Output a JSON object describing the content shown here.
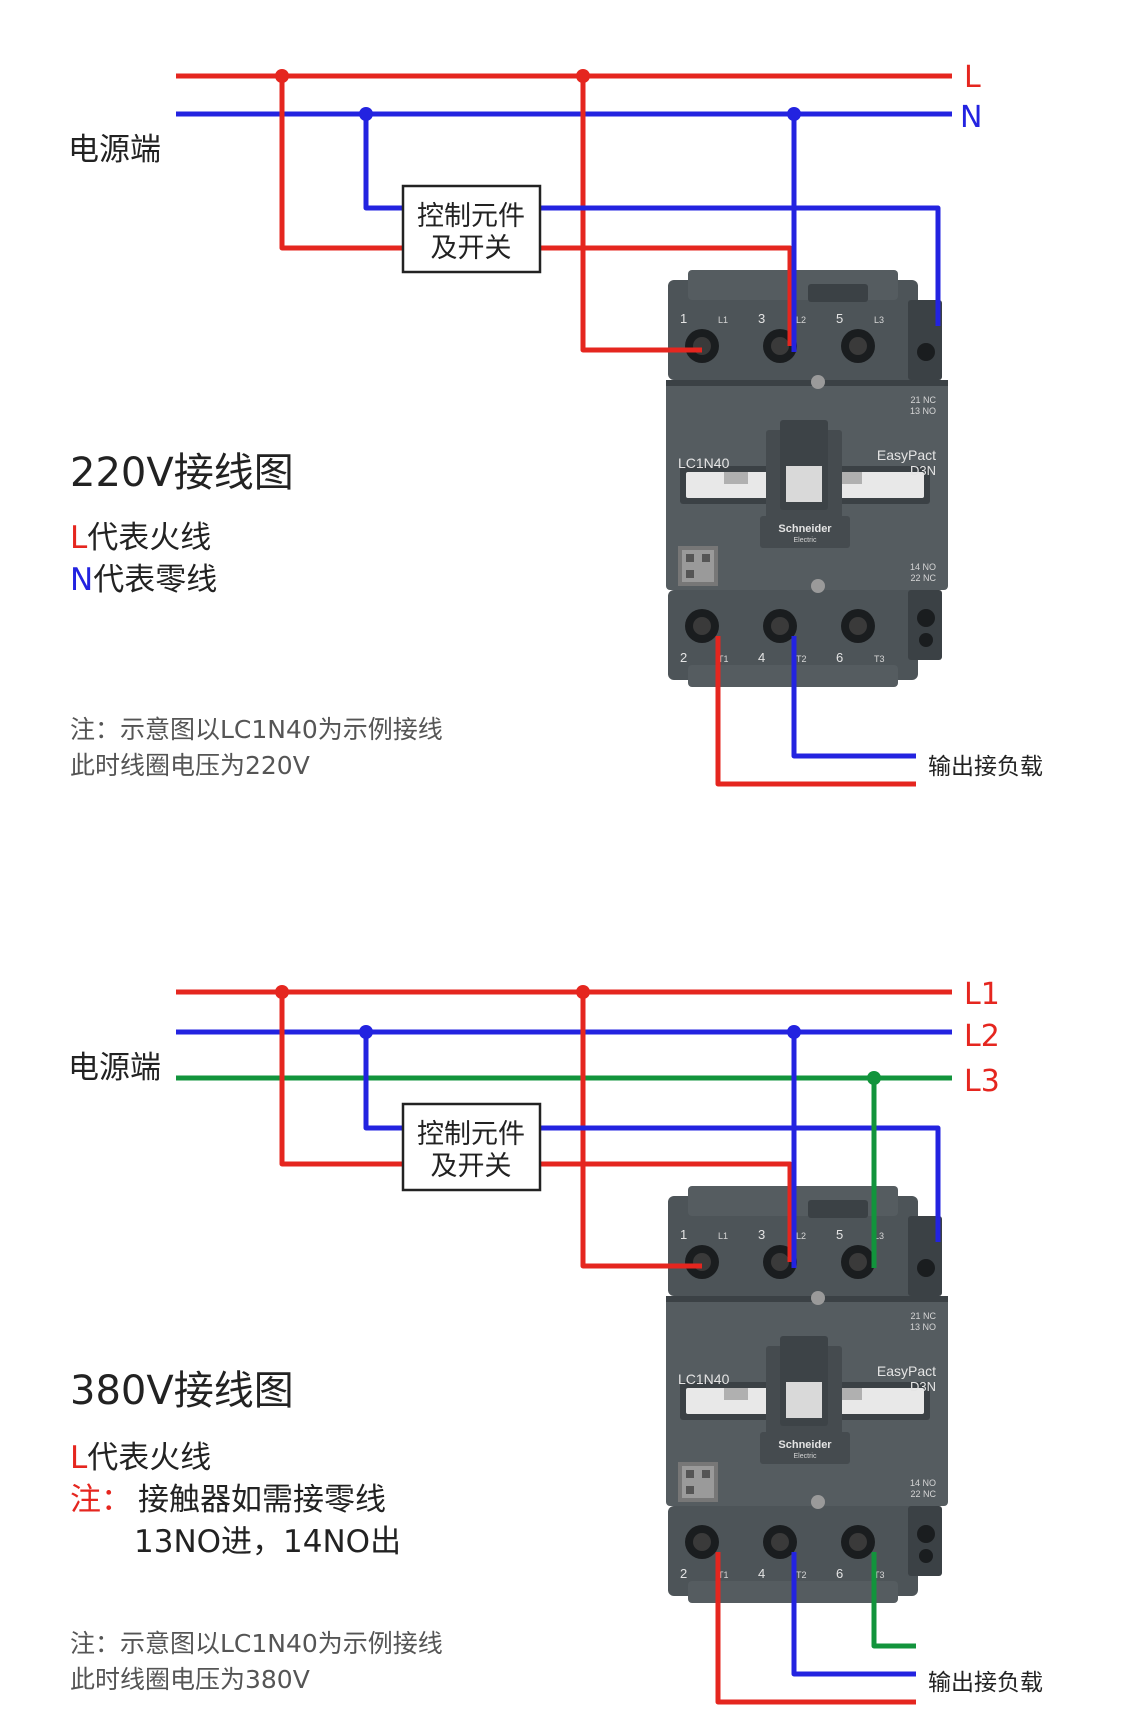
{
  "colors": {
    "live": "#e5261f",
    "neutral": "#2323e0",
    "phase3": "#12943c",
    "device": "#4d5458",
    "device_dark": "#3b4145",
    "text": "#222222",
    "note": "#555555"
  },
  "sections": [
    {
      "source_label": "电源端",
      "lines": [
        {
          "label": "L",
          "color_key": "live"
        },
        {
          "label": "N",
          "color_key": "neutral"
        }
      ],
      "control_box": {
        "line1": "控制元件",
        "line2": "及开关"
      },
      "title": "220V接线图",
      "legend": [
        {
          "letter": "L",
          "text": "代表火线"
        },
        {
          "letter": "N",
          "text": "代表零线"
        }
      ],
      "note_line1": "注：示意图以LC1N40为示例接线",
      "note_line2": "此时线圈电压为220V",
      "output_label": "输出接负载"
    },
    {
      "source_label": "电源端",
      "lines": [
        {
          "label": "L1",
          "color_key": "live"
        },
        {
          "label": "L2",
          "color_key": "neutral"
        },
        {
          "label": "L3",
          "color_key": "phase3"
        }
      ],
      "control_box": {
        "line1": "控制元件",
        "line2": "及开关"
      },
      "title": "380V接线图",
      "legend": [
        {
          "letter": "L",
          "text": "代表火线"
        }
      ],
      "extra_note": {
        "prefix": "注：",
        "line1": "接触器如需接零线",
        "line2": "13NO进，14NO出"
      },
      "note_line1": "注：示意图以LC1N40为示例接线",
      "note_line2": "此时线圈电压为380V",
      "output_label": "输出接负载"
    }
  ],
  "device": {
    "model": "LC1N40",
    "series": "EasyPact",
    "sub": "D3N",
    "brand": "Schneider",
    "brand_sub": "Electric",
    "top_terminals": [
      {
        "num": "1",
        "tag": "L1"
      },
      {
        "num": "3",
        "tag": "L2"
      },
      {
        "num": "5",
        "tag": "L3"
      }
    ],
    "bottom_terminals": [
      {
        "num": "2",
        "tag": "T1"
      },
      {
        "num": "4",
        "tag": "T2"
      },
      {
        "num": "6",
        "tag": "T3"
      }
    ],
    "aux_top_1": "21 NC",
    "aux_top_2": "13 NO",
    "aux_bottom_1": "14 NO",
    "aux_bottom_2": "22 NC"
  }
}
